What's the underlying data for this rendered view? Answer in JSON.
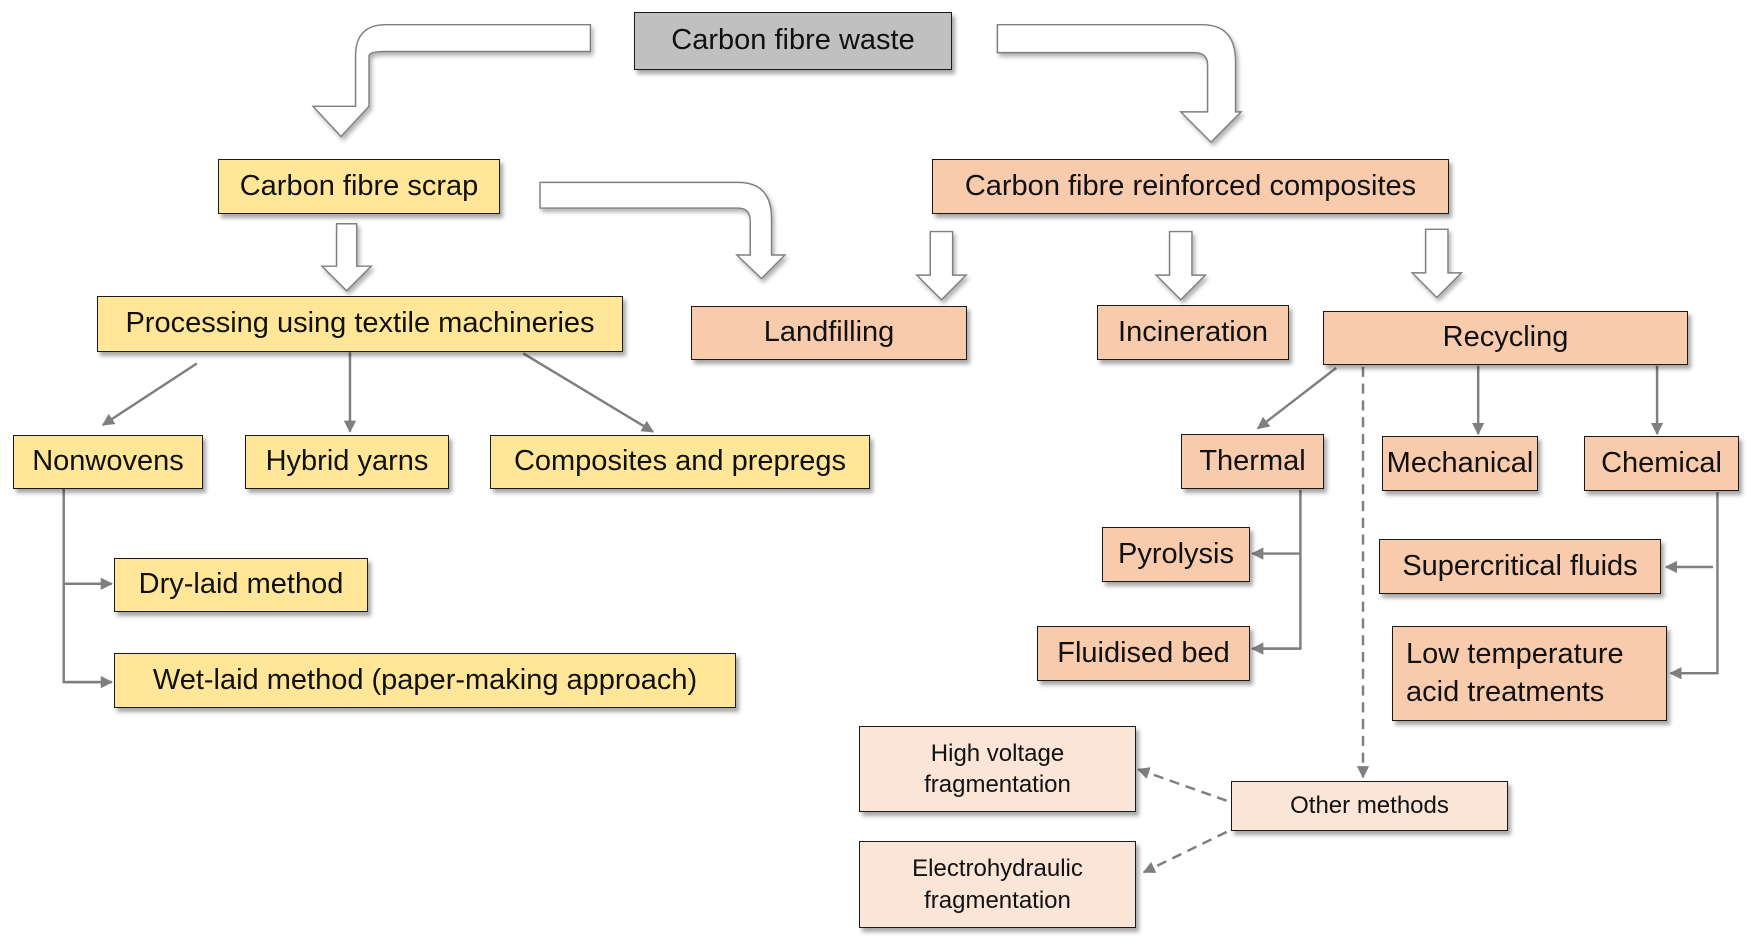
{
  "title": "Carbon fibre waste",
  "colors": {
    "root": "#c0c0c0",
    "scrap_branch": "#ffe699",
    "composites_branch": "#f8cbad",
    "other_methods": "#fbe5d6",
    "connector": "#7f7f7f"
  },
  "nodes": {
    "root": "Carbon fibre waste",
    "scrap": "Carbon fibre scrap",
    "composites": "Carbon fibre reinforced composites",
    "processing": "Processing using textile machineries",
    "landfilling": "Landfilling",
    "incineration": "Incineration",
    "recycling": "Recycling",
    "nonwovens": "Nonwovens",
    "hybrid_yarns": "Hybrid yarns",
    "composites_prepregs": "Composites and prepregs",
    "dry_laid": "Dry-laid method",
    "wet_laid": "Wet-laid method (paper-making approach)",
    "thermal": "Thermal",
    "mechanical": "Mechanical",
    "chemical": "Chemical",
    "pyrolysis": "Pyrolysis",
    "fluidised_bed": "Fluidised bed",
    "supercritical": "Supercritical fluids",
    "low_temp_line1": "Low temperature",
    "low_temp_line2": "acid treatments",
    "other_methods": "Other methods",
    "high_voltage_line1": "High voltage",
    "high_voltage_line2": "fragmentation",
    "electro_line1": "Electrohydraulic",
    "electro_line2": "fragmentation"
  }
}
